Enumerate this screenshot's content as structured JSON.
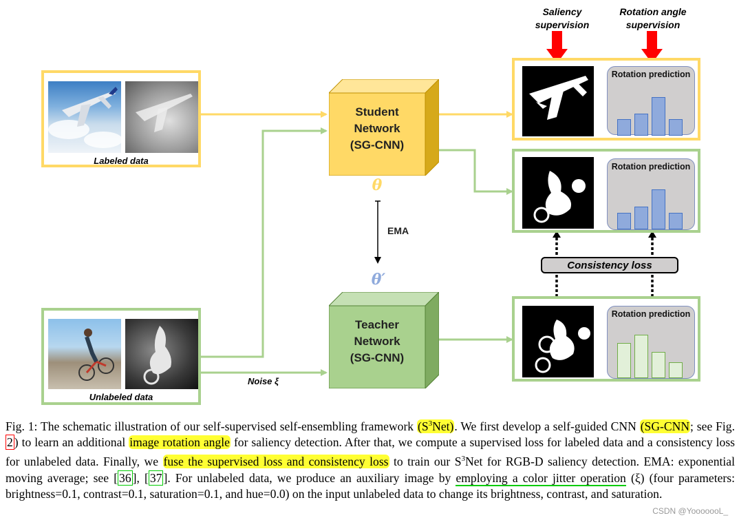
{
  "figure": {
    "supervision_labels": {
      "saliency": [
        "Saliency",
        "supervision"
      ],
      "rotation": [
        "Rotation angle",
        "supervision"
      ]
    },
    "inputs": {
      "labeled": "Labeled data",
      "unlabeled": "Unlabeled data"
    },
    "student": {
      "lines": [
        "Student",
        "Network",
        "(SG-CNN)"
      ],
      "param": "θ"
    },
    "teacher": {
      "lines": [
        "Teacher",
        "Network",
        "(SG-CNN)"
      ],
      "param": "θ′"
    },
    "ema_label": "EMA",
    "noise_label": "Noise ξ",
    "consistency_loss": "Consistency loss",
    "rotation_prediction": "Rotation prediction",
    "panels": [
      {
        "bars": [
          0.33,
          0.44,
          0.78,
          0.33
        ],
        "style": "blue"
      },
      {
        "bars": [
          0.33,
          0.44,
          0.78,
          0.33
        ],
        "style": "blue"
      },
      {
        "bars": [
          0.67,
          0.83,
          0.5,
          0.3
        ],
        "style": "green"
      }
    ],
    "colors": {
      "yellow": "#ffd966",
      "green": "#a9d18e",
      "red_arrow": "#ff0000"
    }
  },
  "caption": {
    "p1": "Fig. 1: The schematic illustration of our self-supervised self-ensembling framework ",
    "s3net": "(S",
    "s3net_sup": "3",
    "s3net_end": "Net)",
    "p2": ". We first develop a self-guided CNN ",
    "sgcnn": "(SG-CNN",
    "p3": "; see Fig. ",
    "fig_ref": "2",
    "p4": ") to learn an additional ",
    "rotation": "image rotation angle",
    "p5": " for saliency detection. After that, we compute a supervised loss for labeled data and a consistency loss for unlabeled data. Finally, we ",
    "fuse": "fuse the supervised loss and consistency loss",
    "p6": " to train our S",
    "p6_sup": "3",
    "p7": "Net for RGB-D saliency detection. EMA: exponential moving average; see ",
    "ref36": "36",
    "ref37": "37",
    "p8": ". For unlabeled data, we produce an auxiliary image by ",
    "jitter": "employing a color jitter operation",
    "p9": " (ξ) (four parameters: brightness=0.1, contrast=0.1, saturation=0.1, and hue=0.0) on the input unlabeled data to change its brightness, contrast, and saturation."
  },
  "watermark": "CSDN @YooooooL_"
}
